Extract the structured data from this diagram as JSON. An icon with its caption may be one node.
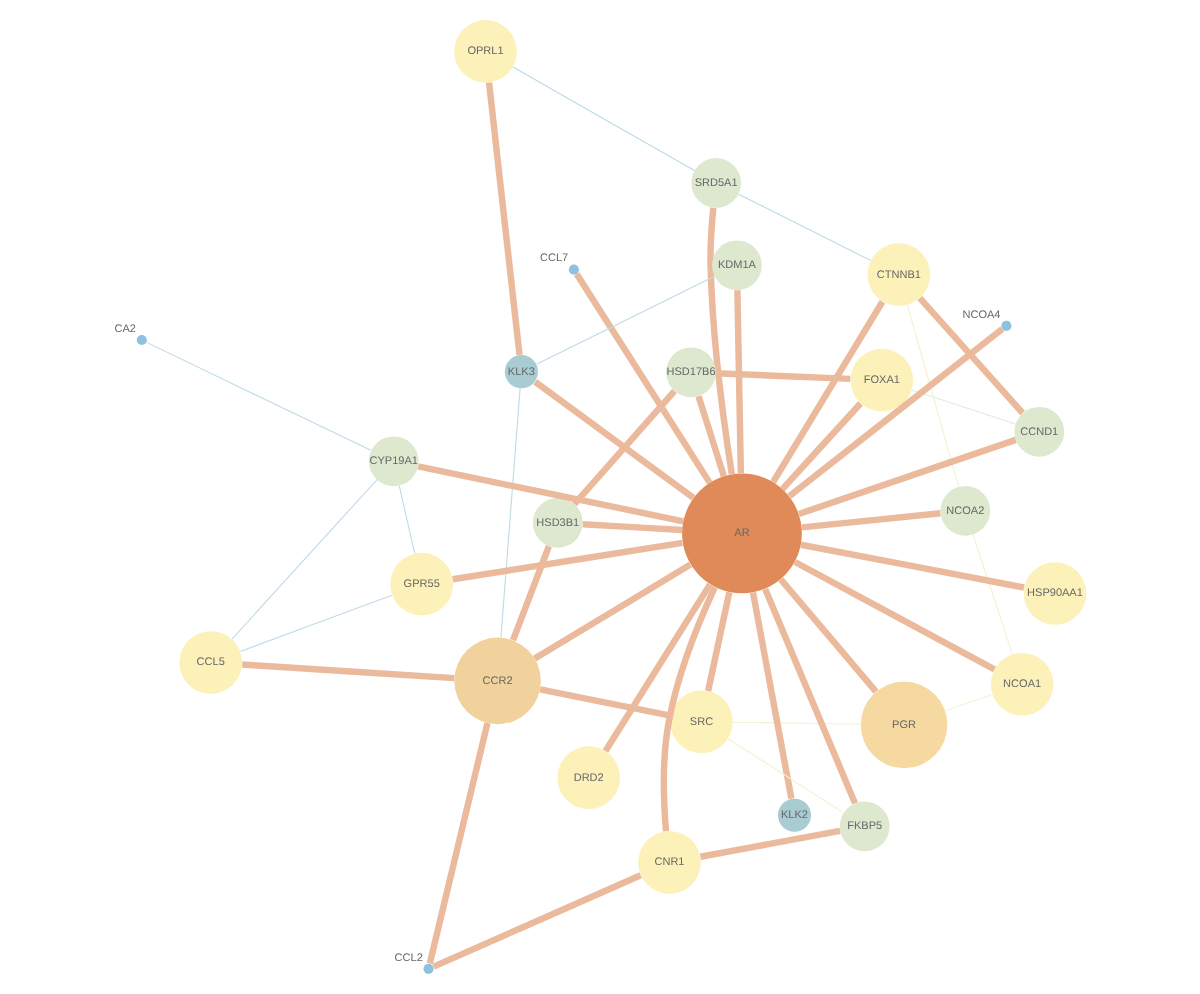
{
  "diagram": {
    "nodes": [
      {
        "text": [
          "GPR55"
        ]
      },
      {
        "text": [
          "CTNNB1"
        ]
      },
      {
        "text": [
          "NCOA2"
        ]
      },
      {
        "text": [
          "CCL5"
        ]
      },
      {
        "text": [
          "CYP19A1"
        ]
      },
      {
        "text": [
          "CA2"
        ]
      },
      {
        "text": [
          "DRD2"
        ]
      },
      {
        "text": [
          "CCND1"
        ]
      },
      {
        "text": [
          "KLK2"
        ]
      },
      {
        "text": [
          "PGR"
        ]
      },
      {
        "text": [
          "CCR2"
        ]
      },
      {
        "text": [
          "AR"
        ]
      },
      {
        "text": [
          "HSP90AA1"
        ]
      },
      {
        "text": [
          "NCOA1"
        ]
      },
      {
        "text": [
          "SRD5A1"
        ]
      },
      {
        "text": [
          "HSD3B1"
        ]
      },
      {
        "text": [
          "CCL2"
        ]
      },
      {
        "text": [
          "CCL7"
        ]
      },
      {
        "text": [
          "OPRL1"
        ]
      },
      {
        "text": [
          "FOXA1"
        ]
      },
      {
        "text": [
          "KLK3"
        ]
      },
      {
        "text": [
          "SRC"
        ]
      },
      {
        "text": [
          "CNR1"
        ]
      },
      {
        "text": [
          "NCOA4"
        ]
      },
      {
        "text": [
          "HSD17B6"
        ]
      },
      {
        "text": [
          "FKBP5"
        ]
      },
      {
        "text": [
          "KDM1A"
        ]
      }
    ],
    "edges": [
      {
        "from": 11,
        "to": 0,
        "arrow": "none"
      },
      {
        "from": 11,
        "to": 1,
        "arrow": "none"
      },
      {
        "from": 11,
        "to": 2,
        "arrow": "none"
      },
      {
        "from": 11,
        "to": 4,
        "arrow": "none"
      },
      {
        "from": 11,
        "to": 6,
        "arrow": "none"
      },
      {
        "from": 11,
        "to": 7,
        "arrow": "none"
      },
      {
        "from": 11,
        "to": 8,
        "arrow": "none"
      },
      {
        "from": 11,
        "to": 9,
        "arrow": "none"
      },
      {
        "from": 11,
        "to": 10,
        "arrow": "none"
      },
      {
        "from": 11,
        "to": 12,
        "arrow": "none"
      },
      {
        "from": 11,
        "to": 13,
        "arrow": "none"
      },
      {
        "from": 11,
        "to": 14,
        "arrow": "none"
      },
      {
        "from": 11,
        "to": 15,
        "arrow": "none"
      },
      {
        "from": 11,
        "to": 17,
        "arrow": "none"
      },
      {
        "from": 11,
        "to": 19,
        "arrow": "none"
      },
      {
        "from": 11,
        "to": 20,
        "arrow": "none"
      },
      {
        "from": 11,
        "to": 21,
        "arrow": "none"
      },
      {
        "from": 11,
        "to": 22,
        "arrow": "none"
      },
      {
        "from": 11,
        "to": 23,
        "arrow": "none"
      },
      {
        "from": 11,
        "to": 24,
        "arrow": "none"
      },
      {
        "from": 11,
        "to": 25,
        "arrow": "none"
      },
      {
        "from": 11,
        "to": 26,
        "arrow": "none"
      },
      {
        "from": 1,
        "to": 7,
        "arrow": "none"
      },
      {
        "from": 3,
        "to": 10,
        "arrow": "none"
      },
      {
        "from": 10,
        "to": 21,
        "arrow": "none"
      },
      {
        "from": 10,
        "to": 16,
        "arrow": "none"
      },
      {
        "from": 16,
        "to": 22,
        "arrow": "none"
      },
      {
        "from": 10,
        "to": 15,
        "arrow": "none"
      },
      {
        "from": 15,
        "to": 24,
        "arrow": "none"
      },
      {
        "from": 22,
        "to": 25,
        "arrow": "none"
      },
      {
        "from": 20,
        "to": 18,
        "arrow": "none"
      },
      {
        "from": 19,
        "to": 24,
        "arrow": "none"
      },
      {
        "from": 3,
        "to": 0,
        "arrow": "none",
        "color": "#bddbe6"
      },
      {
        "from": 3,
        "to": 4,
        "arrow": "none",
        "color": "#bddbe6"
      },
      {
        "from": 0,
        "to": 4,
        "arrow": "none",
        "color": "#bddbe6"
      },
      {
        "from": 4,
        "to": 5,
        "arrow": "none",
        "color": "#bddbe6"
      },
      {
        "from": 1,
        "to": 14,
        "arrow": "none",
        "color": "#bddbe6"
      },
      {
        "from": 10,
        "to": 20,
        "arrow": "none",
        "color": "#bddbe6"
      },
      {
        "from": 20,
        "to": 26,
        "arrow": "none",
        "color": "#bddbe6"
      },
      {
        "from": 14,
        "to": 18,
        "arrow": "none",
        "color": "#bddbe6"
      },
      {
        "from": 1,
        "to": 2,
        "arrow": "none",
        "color": "#f3f1cf"
      },
      {
        "from": 2,
        "to": 13,
        "arrow": "none",
        "color": "#f3f1cf"
      },
      {
        "from": 9,
        "to": 21,
        "arrow": "none",
        "color": "#f3f1cf"
      },
      {
        "from": 21,
        "to": 25,
        "arrow": "none",
        "color": "#f3f1cf"
      },
      {
        "from": 9,
        "to": 13,
        "arrow": "none",
        "color": "#f3f1cf"
      },
      {
        "from": 7,
        "to": 19,
        "arrow": "none",
        "color": "#e3ecd8"
      }
    ]
  }
}
